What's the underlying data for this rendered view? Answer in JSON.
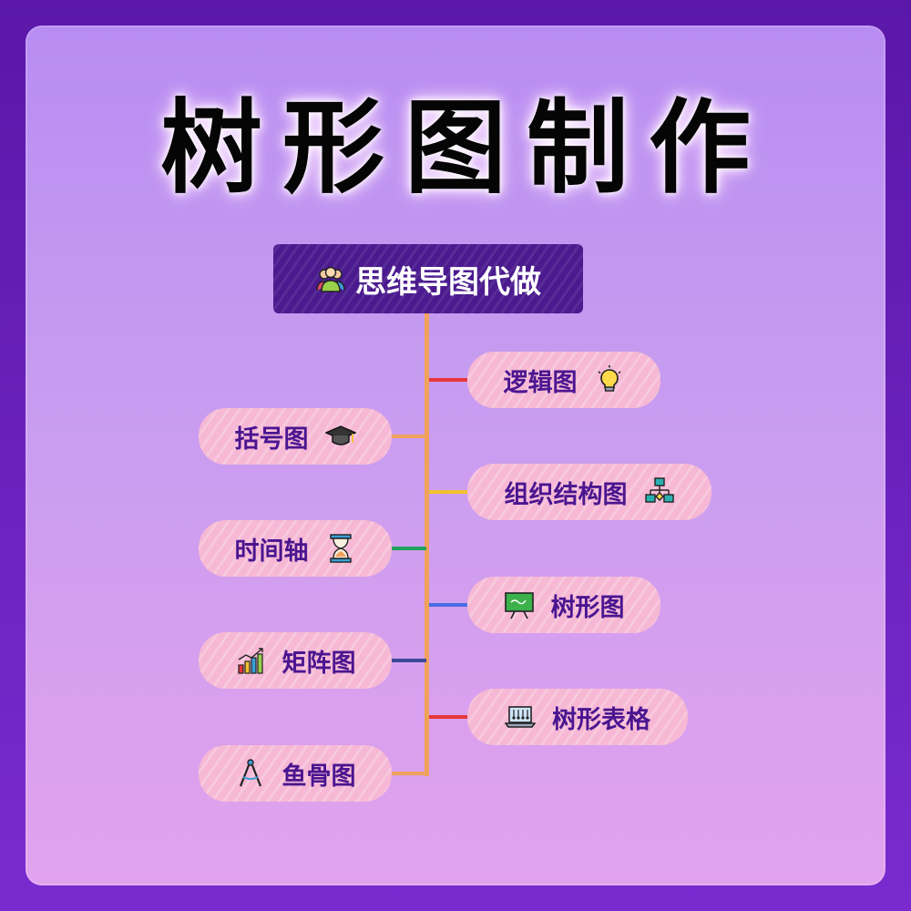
{
  "title": "树形图制作",
  "root": {
    "label": "思维导图代做",
    "icon": "people-icon"
  },
  "right_nodes": [
    {
      "label": "逻辑图",
      "icon": "lightbulb-icon"
    },
    {
      "label": "组织结构图",
      "icon": "flowchart-icon"
    },
    {
      "label": "树形图",
      "icon": "presentation-board-icon"
    },
    {
      "label": "树形表格",
      "icon": "laptop-icon"
    }
  ],
  "left_nodes": [
    {
      "label": "括号图",
      "icon": "graduation-cap-icon"
    },
    {
      "label": "时间轴",
      "icon": "hourglass-icon"
    },
    {
      "label": "矩阵图",
      "icon": "bar-chart-icon"
    },
    {
      "label": "鱼骨图",
      "icon": "compass-icon"
    }
  ],
  "colors": {
    "trunk": "#f0a25a",
    "root_fill": "#4a1a8e",
    "node_fill": "#f6b8d4",
    "node_text": "#4a1590",
    "branch_red": "#e8363a",
    "branch_yellow": "#f2c230",
    "branch_green": "#1fa35a",
    "branch_blue": "#4a6ae0",
    "branch_navy": "#3a4a9a",
    "branch_orange": "#f0a25a"
  }
}
